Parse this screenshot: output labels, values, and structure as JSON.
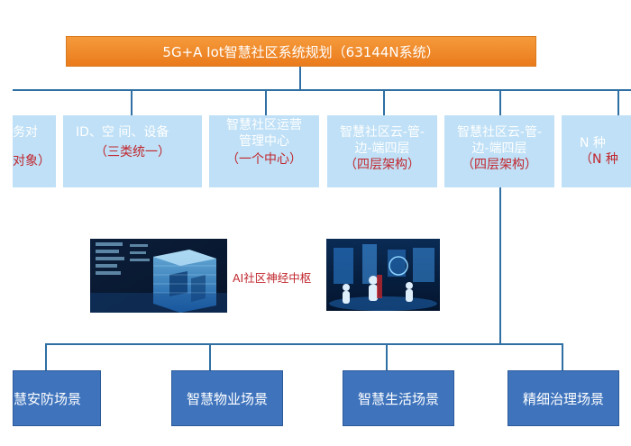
{
  "title": "5G+A Iot智慧社区系统规划（63144N系统）",
  "top_boxes": [
    {
      "main": "务对",
      "sub": "对象）"
    },
    {
      "main": "ID、空 间、设备",
      "sub": "（三类统一）"
    },
    {
      "main": "智慧社区运营 管理中心",
      "sub": "（一个中心）"
    },
    {
      "main": "智慧社区云-管-边-端四层",
      "sub": "（四层架构）"
    },
    {
      "main": "智慧社区云-管-边-端四层",
      "sub": "（四层架构）"
    },
    {
      "main": "N 种",
      "sub": "（N 种"
    }
  ],
  "middle_caption": "AI社区神经中枢",
  "bottom_boxes": [
    "慧安防场景",
    "智慧物业场景",
    "智慧生活场景",
    "精细治理场景"
  ]
}
